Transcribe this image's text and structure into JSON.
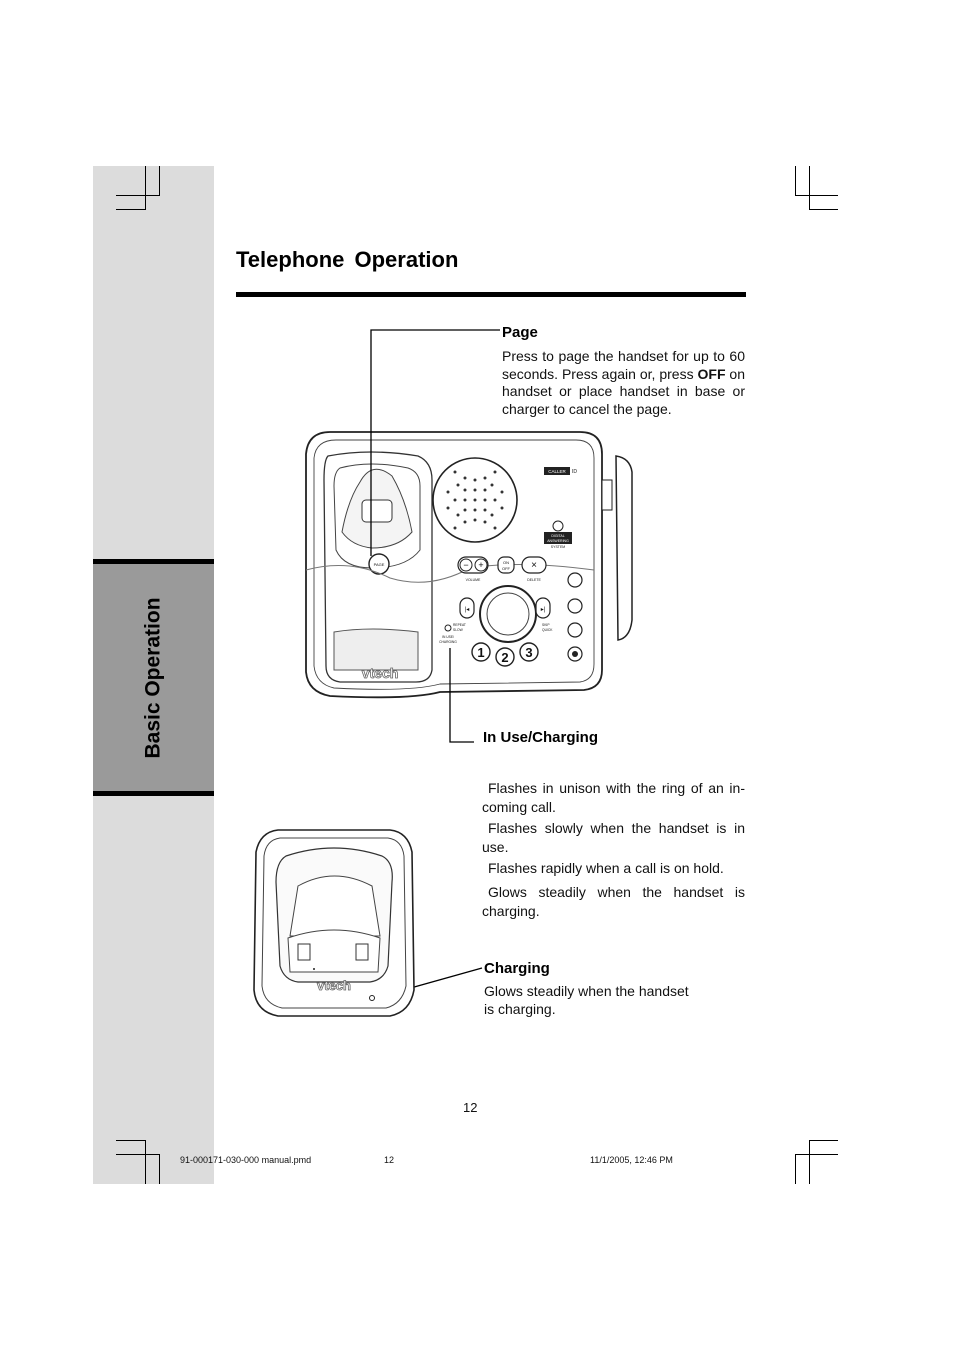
{
  "section_tab": "Basic Operation",
  "title": "Telephone  Operation",
  "page_callout": {
    "heading": "Page",
    "text_before": "Press to page the handset for up to 60 seconds. Press again or, press ",
    "bold_word": "OFF",
    "text_after": " on handset or place handset in base or charger to cancel the page."
  },
  "in_use_callout": {
    "heading": "In Use/Charging",
    "bullets": [
      "Flashes in unison with the ring of an in-coming call.",
      "Flashes slowly when the handset is in use.",
      "Flashes rapidly when a call is on hold.",
      "Glows steadily when the handset is charging."
    ]
  },
  "charging_callout": {
    "heading": "Charging",
    "line1": "Glows steadily when the handset",
    "line2": "is charging."
  },
  "base_labels": {
    "page_btn": "PAGE",
    "volume": "VOLUME",
    "on_off_1": "ON",
    "on_off_2": "OFF",
    "delete": "DELETE",
    "repeat": "REPEAT",
    "slow": "SLOW",
    "skip": "SKIP",
    "quick": "QUICK",
    "inuse_1": "IN USE/",
    "inuse_2": "CHARGING",
    "caller": "CALLER",
    "id": "ID",
    "digital_1": "DIGITAL",
    "digital_2": "ANSWERING",
    "digital_3": "SYSTEM",
    "key1": "1",
    "key2": "2",
    "key3": "3",
    "brand": "vtech"
  },
  "page_number": "12",
  "footer": {
    "file": "91-000171-030-000 manual.pmd",
    "page": "12",
    "date": "11/1/2005, 12:46 PM"
  }
}
